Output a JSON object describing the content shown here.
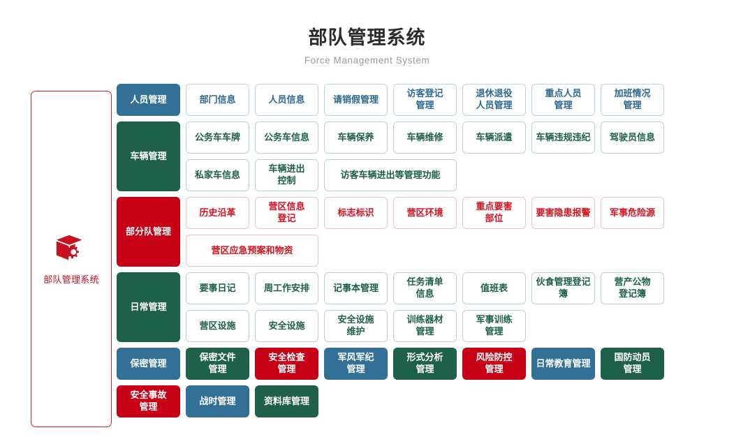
{
  "header": {
    "title": "部队管理系统",
    "subtitle": "Force Management System"
  },
  "sidebar": {
    "icon": "cube-gear-icon",
    "label": "部队管理系统",
    "border_color": "#d0202f",
    "text_color": "#c8101f"
  },
  "palette": {
    "blue": "#337096",
    "green": "#1e6049",
    "red": "#c70016",
    "outline_blue": "#b9d3e2",
    "outline_green": "#bcd4cb",
    "outline_red": "#f0c0c4"
  },
  "sections": [
    {
      "category": "人员管理",
      "category_color": "blue",
      "rows": [
        [
          {
            "label": "部门信息",
            "style": "o-blue"
          },
          {
            "label": "人员信息",
            "style": "o-blue"
          },
          {
            "label": "请销假管理",
            "style": "o-blue"
          },
          {
            "label": "访客登记\n管理",
            "style": "o-blue"
          },
          {
            "label": "退休退役\n人员管理",
            "style": "o-blue"
          },
          {
            "label": "重点人员\n管理",
            "style": "o-blue"
          },
          {
            "label": "加班情况\n管理",
            "style": "o-blue"
          }
        ]
      ]
    },
    {
      "category": "车辆管理",
      "category_color": "green",
      "rows": [
        [
          {
            "label": "公务车车牌",
            "style": "o-green"
          },
          {
            "label": "公务车信息",
            "style": "o-green"
          },
          {
            "label": "车辆保养",
            "style": "o-green"
          },
          {
            "label": "车辆维修",
            "style": "o-green"
          },
          {
            "label": "车辆派遣",
            "style": "o-green"
          },
          {
            "label": "车辆违规违纪",
            "style": "o-green"
          },
          {
            "label": "驾驶员信息",
            "style": "o-green"
          }
        ],
        [
          {
            "label": "私家车信息",
            "style": "o-green"
          },
          {
            "label": "车辆进出\n控制",
            "style": "o-green"
          },
          {
            "label": "访客车辆进出等管理功能",
            "style": "o-green",
            "wide": true
          }
        ]
      ]
    },
    {
      "category": "部分队管理",
      "category_color": "red",
      "rows": [
        [
          {
            "label": "历史沿革",
            "style": "o-red"
          },
          {
            "label": "营区信息\n登记",
            "style": "o-red"
          },
          {
            "label": "标志标识",
            "style": "o-red"
          },
          {
            "label": "营区环境",
            "style": "o-red"
          },
          {
            "label": "重点要害\n部位",
            "style": "o-red"
          },
          {
            "label": "要害隐患报警",
            "style": "o-red"
          },
          {
            "label": "军事危险源",
            "style": "o-red"
          }
        ],
        [
          {
            "label": "营区应急预案和物资",
            "style": "o-red",
            "wide": true
          }
        ]
      ]
    },
    {
      "category": "日常管理",
      "category_color": "green",
      "rows": [
        [
          {
            "label": "要事日记",
            "style": "o-green"
          },
          {
            "label": "周工作安排",
            "style": "o-green"
          },
          {
            "label": "记事本管理",
            "style": "o-green"
          },
          {
            "label": "任务清单\n信息",
            "style": "o-green"
          },
          {
            "label": "值班表",
            "style": "o-green"
          },
          {
            "label": "伙食管理登记簿",
            "style": "o-green"
          },
          {
            "label": "营产公物\n登记簿",
            "style": "o-green"
          }
        ],
        [
          {
            "label": "营区设施",
            "style": "o-green"
          },
          {
            "label": "安全设施",
            "style": "o-green"
          },
          {
            "label": "安全设施\n维护",
            "style": "o-green"
          },
          {
            "label": "训练器材\n管理",
            "style": "o-green"
          },
          {
            "label": "军事训练\n管理",
            "style": "o-green"
          }
        ]
      ]
    },
    {
      "category": "保密管理",
      "category_color": "blue",
      "rows": [
        [
          {
            "label": "保密文件\n管理",
            "style": "f-green"
          },
          {
            "label": "安全检查\n管理",
            "style": "f-red"
          },
          {
            "label": "军风军纪\n管理",
            "style": "f-blue"
          },
          {
            "label": "形式分析\n管理",
            "style": "f-green"
          },
          {
            "label": "风险防控\n管理",
            "style": "f-red"
          },
          {
            "label": "日常教育管理",
            "style": "f-blue"
          },
          {
            "label": "国防动员\n管理",
            "style": "f-green"
          }
        ]
      ]
    },
    {
      "category": "安全事故\n管理",
      "category_color": "red",
      "rows": [
        [
          {
            "label": "战时管理",
            "style": "f-blue"
          },
          {
            "label": "资料库管理",
            "style": "f-green"
          }
        ]
      ]
    }
  ]
}
